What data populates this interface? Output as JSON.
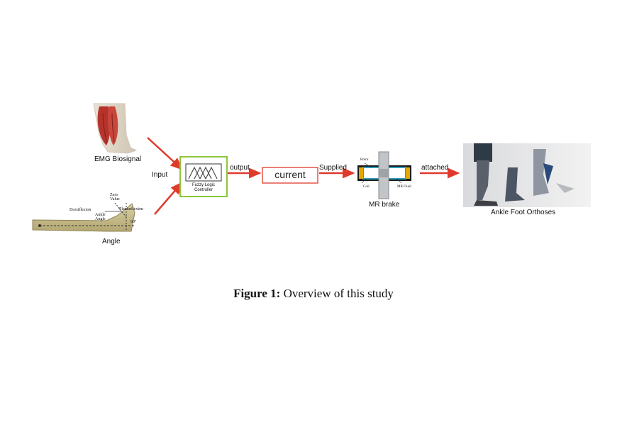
{
  "labels": {
    "emg": "EMG Biosignal",
    "angle": "Angle",
    "input": "Input",
    "output": "output",
    "supplied": "Supplied",
    "attached": "attached",
    "mr_brake": "MR brake",
    "afo": "Ankle Foot Orthoses"
  },
  "controller": {
    "line1": "Fuzzy Logic",
    "line2": "Controller"
  },
  "current_box": "current",
  "angle_figure": {
    "zero_value": "Zero\nValue",
    "dorsiflexion": "Dorsiflexion",
    "plantarflexion": "Plantarflexion",
    "ankle_angle": "Ankle\nAngle",
    "ninety": "90°"
  },
  "brake_figure": {
    "rotor": "Rotor",
    "coil": "Coil",
    "mr_fluid": "MR Fluid"
  },
  "caption": {
    "prefix": "Figure 1:",
    "text": " Overview of this study"
  },
  "colors": {
    "arrow": "#e03a2c",
    "controller_border": "#8cc63e",
    "current_border": "#e03a2c",
    "text": "#111111"
  }
}
